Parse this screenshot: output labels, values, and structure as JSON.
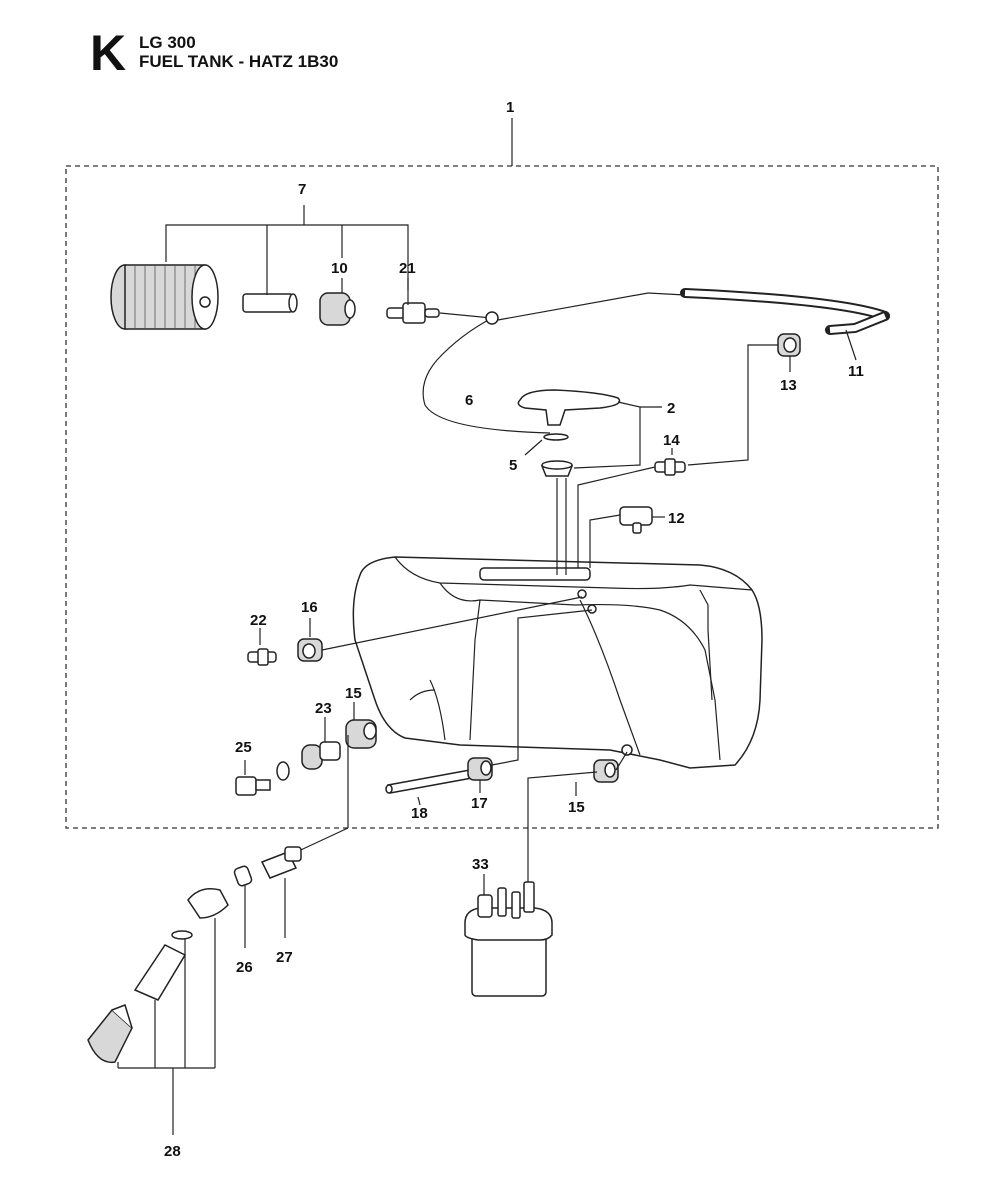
{
  "header": {
    "section_letter": "K",
    "model": "LG 300",
    "title": "FUEL TANK - HATZ 1B30"
  },
  "callouts": {
    "c1": "1",
    "c2": "2",
    "c5": "5",
    "c6": "6",
    "c7": "7",
    "c10": "10",
    "c11": "11",
    "c12": "12",
    "c13": "13",
    "c14": "14",
    "c15a": "15",
    "c15b": "15",
    "c16": "16",
    "c17": "17",
    "c18": "18",
    "c21": "21",
    "c22": "22",
    "c23": "23",
    "c25": "25",
    "c26": "26",
    "c27": "27",
    "c28": "28",
    "c33": "33"
  }
}
